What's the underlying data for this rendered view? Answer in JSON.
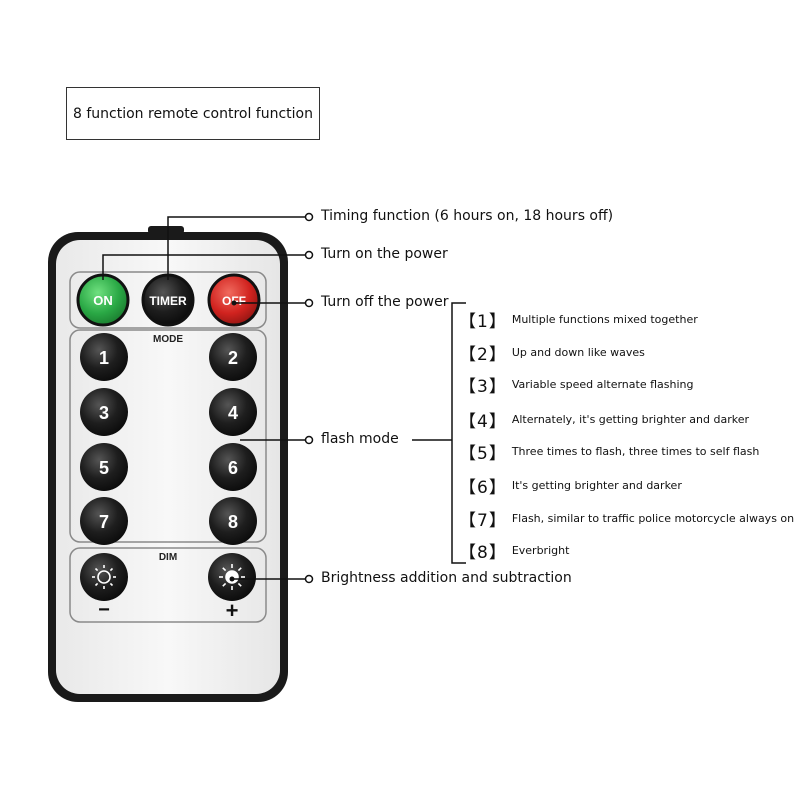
{
  "title": "8 function remote control function",
  "remote": {
    "buttons": {
      "on": "ON",
      "timer": "TIMER",
      "off": "OFF",
      "numbers": [
        "1",
        "2",
        "3",
        "4",
        "5",
        "6",
        "7",
        "8"
      ],
      "minus": "−",
      "plus": "+"
    },
    "labels": {
      "mode": "MODE",
      "dim": "DIM"
    },
    "colors": {
      "on": "#2aa845",
      "off": "#d1231f",
      "timer": "#1e1e1e",
      "number": "#1e1e1e",
      "body_border": "#1a1a1a",
      "body": "#f4f4f4"
    }
  },
  "callouts": {
    "timing": "Timing function (6 hours on, 18 hours off)",
    "power_on": "Turn on the power",
    "power_off": "Turn off the power",
    "flash": "flash mode",
    "brightness": "Brightness addition and subtraction"
  },
  "modes": [
    {
      "num": "【1】",
      "text": "Multiple functions mixed together"
    },
    {
      "num": "【2】",
      "text": "Up and down like waves"
    },
    {
      "num": "【3】",
      "text": "Variable speed alternate flashing"
    },
    {
      "num": "【4】",
      "text": "Alternately, it's getting brighter and darker"
    },
    {
      "num": "【5】",
      "text": "Three times to flash, three times to self flash"
    },
    {
      "num": "【6】",
      "text": "It's getting brighter and darker"
    },
    {
      "num": "【7】",
      "text": "Flash, similar to traffic police motorcycle always on"
    },
    {
      "num": "【8】",
      "text": "Everbright"
    }
  ]
}
